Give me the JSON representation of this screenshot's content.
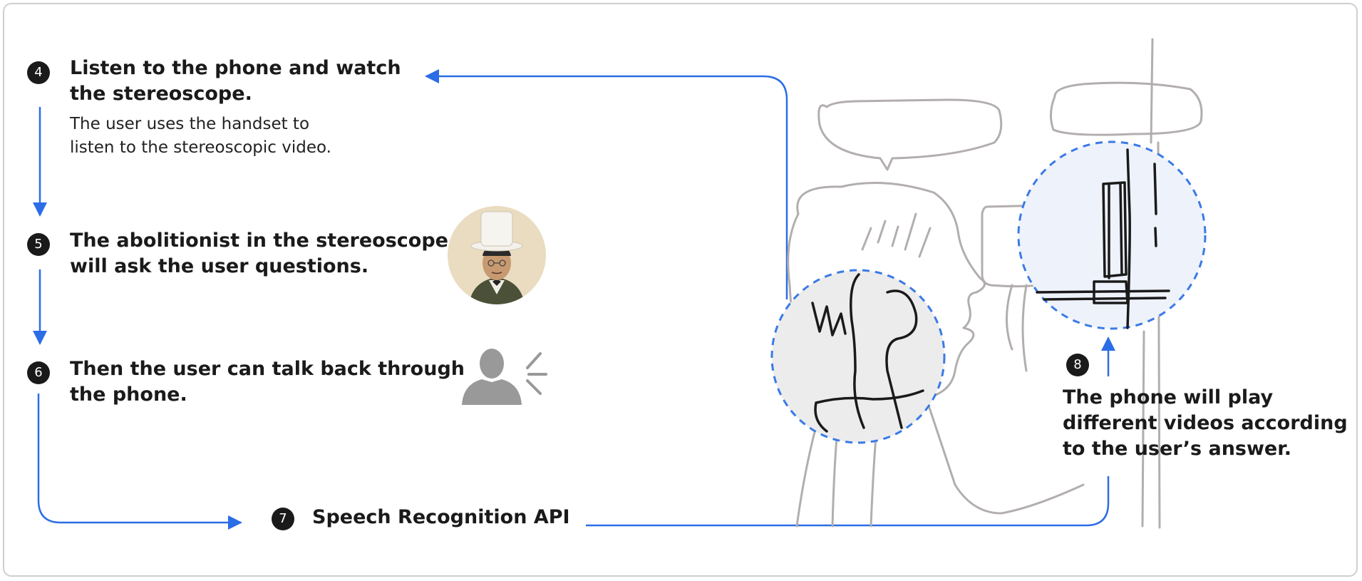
{
  "colors": {
    "arrow": "#2b6de6",
    "sketch": "#b3aeae",
    "ink": "#1a1a1a",
    "circle_fill": "#ececec",
    "circle_fill_blue": "#eef2fb",
    "dash": "#3a7ae6"
  },
  "steps": [
    {
      "number": "4",
      "title_line1": "Listen to the phone and watch",
      "title_line2": "the stereoscope.",
      "desc_line1": "The user uses the handset to",
      "desc_line2": "listen to the stereoscopic video."
    },
    {
      "number": "5",
      "title_line1": "The abolitionist in the stereoscope",
      "title_line2": "will ask the user questions."
    },
    {
      "number": "6",
      "title_line1": "Then the user can talk back through",
      "title_line2": "the phone."
    },
    {
      "number": "7",
      "title_line1": "Speech Recognition API"
    },
    {
      "number": "8",
      "title_line1": "The phone will play",
      "title_line2": "different videos according",
      "title_line3": "to the user’s answer."
    }
  ],
  "icons": {
    "portrait": "abolitionist-portrait-icon",
    "speaker": "user-speaking-icon"
  }
}
